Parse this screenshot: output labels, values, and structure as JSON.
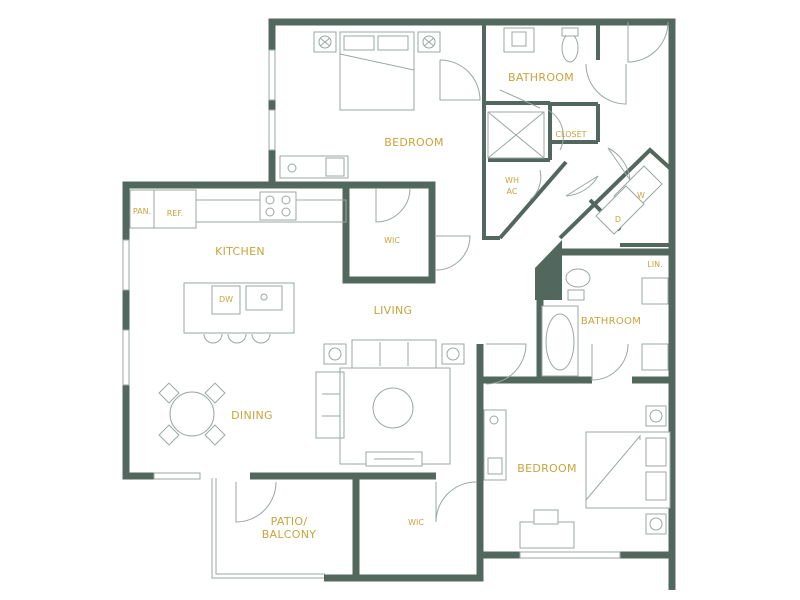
{
  "rooms": {
    "bedroom1": "BEDROOM",
    "bathroom1": "BATHROOM",
    "closet": "CLOSET",
    "wh_line1": "WH",
    "wh_line2": "AC",
    "w": "W",
    "d": "D",
    "pan": "PAN.",
    "ref": "REF.",
    "kitchen": "KITCHEN",
    "wic1": "WIC",
    "dw": "DW",
    "living": "LIVING",
    "lin": "LIN.",
    "bathroom2": "BATHROOM",
    "dining": "DINING",
    "bedroom2": "BEDROOM",
    "patio_line1": "PATIO/",
    "patio_line2": "BALCONY",
    "wic2": "WIC"
  },
  "colors": {
    "wall": "#52685e",
    "label": "#c9a43c",
    "fixture": "#9aa7a2"
  }
}
